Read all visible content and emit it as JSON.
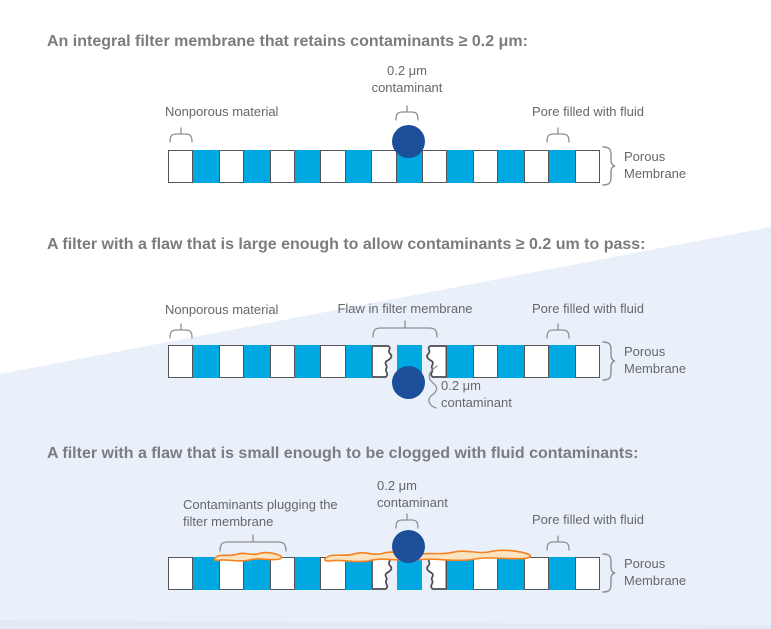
{
  "colors": {
    "background": "#ffffff",
    "heading": "#7b7c7f",
    "label": "#66676a",
    "bracket": "#8d8f92",
    "pore": "#00a8e1",
    "matrix": "#ffffff",
    "block_border": "#55565a",
    "torn_border": "#4b4c4e",
    "contaminant": "#1c4e99",
    "clog_stroke": "#f58220",
    "clog_fill": "#fce3c2",
    "wedge": "#eaf0fa",
    "wedge_bottom": "#e2eaf6"
  },
  "membrane": {
    "slot_count": 17,
    "flaw_slots": [
      8,
      10
    ]
  },
  "sections": [
    {
      "heading": "An integral filter membrane that retains contaminants ≥ 0.2 μm:",
      "labels": {
        "contaminant_l1": "0.2 μm",
        "contaminant_l2": "contaminant",
        "nonporous": "Nonporous material",
        "pore": "Pore filled with fluid",
        "porous_l1": "Porous",
        "porous_l2": "Membrane"
      }
    },
    {
      "heading": "A filter with a flaw that is large enough to allow contaminants ≥ 0.2 um to pass:",
      "labels": {
        "nonporous": "Nonporous material",
        "flaw": "Flaw in filter membrane",
        "pore": "Pore filled with fluid",
        "contaminant_l1": "0.2 μm",
        "contaminant_l2": "contaminant",
        "porous_l1": "Porous",
        "porous_l2": "Membrane"
      }
    },
    {
      "heading": "A filter with a flaw that is small enough to be clogged with fluid contaminants:",
      "labels": {
        "plugging_l1": "Contaminants plugging the",
        "plugging_l2": "filter membrane",
        "contaminant_l1": "0.2 μm",
        "contaminant_l2": "contaminant",
        "pore": "Pore filled with fluid",
        "porous_l1": "Porous",
        "porous_l2": "Membrane"
      }
    }
  ]
}
